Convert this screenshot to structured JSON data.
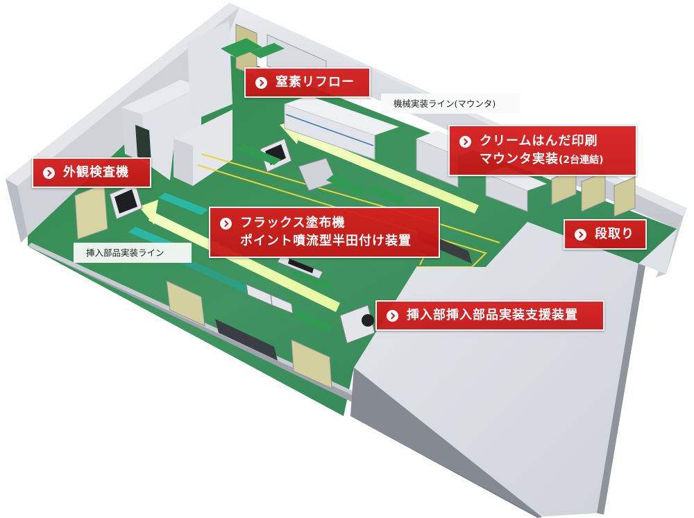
{
  "diagram": {
    "type": "isometric-factory-floor-plan",
    "colors": {
      "floor": "#3f8f5a",
      "wall_top": "#e6e8eb",
      "wall_side": "#c7cbd1",
      "wall_dark": "#7c8088",
      "arrow": "#eefbb0",
      "safety_line": "#e8d63a",
      "callout_red": "#d21e1e",
      "callout_border": "#f4f4f4"
    }
  },
  "callouts": [
    {
      "id": "nitrogen-reflow",
      "lines": [
        "窒素リフロー"
      ],
      "icon": "chevron-right-circle-icon"
    },
    {
      "id": "cream-solder-mounter",
      "lines": [
        "クリームはんだ印刷",
        "マウンタ実装"
      ],
      "suffix": "(2台連結)",
      "icon": "chevron-right-circle-icon"
    },
    {
      "id": "visual-inspection",
      "lines": [
        "外観検査機"
      ],
      "icon": "chevron-right-circle-icon"
    },
    {
      "id": "flux-point-solder",
      "lines": [
        "フラックス塗布機",
        "ポイント噴流型半田付け装置"
      ],
      "icon": "chevron-right-circle-icon"
    },
    {
      "id": "setup",
      "lines": [
        "段取り"
      ],
      "icon": "chevron-right-circle-icon"
    },
    {
      "id": "insertion-support",
      "lines": [
        "挿入部挿入部品実装支援装置"
      ],
      "icon": "chevron-right-circle-icon"
    }
  ],
  "captions": [
    {
      "id": "machine-line",
      "text": "機械実装ライン(マウンタ)"
    },
    {
      "id": "insertion-line",
      "text": "挿入部品実装ライン"
    }
  ]
}
